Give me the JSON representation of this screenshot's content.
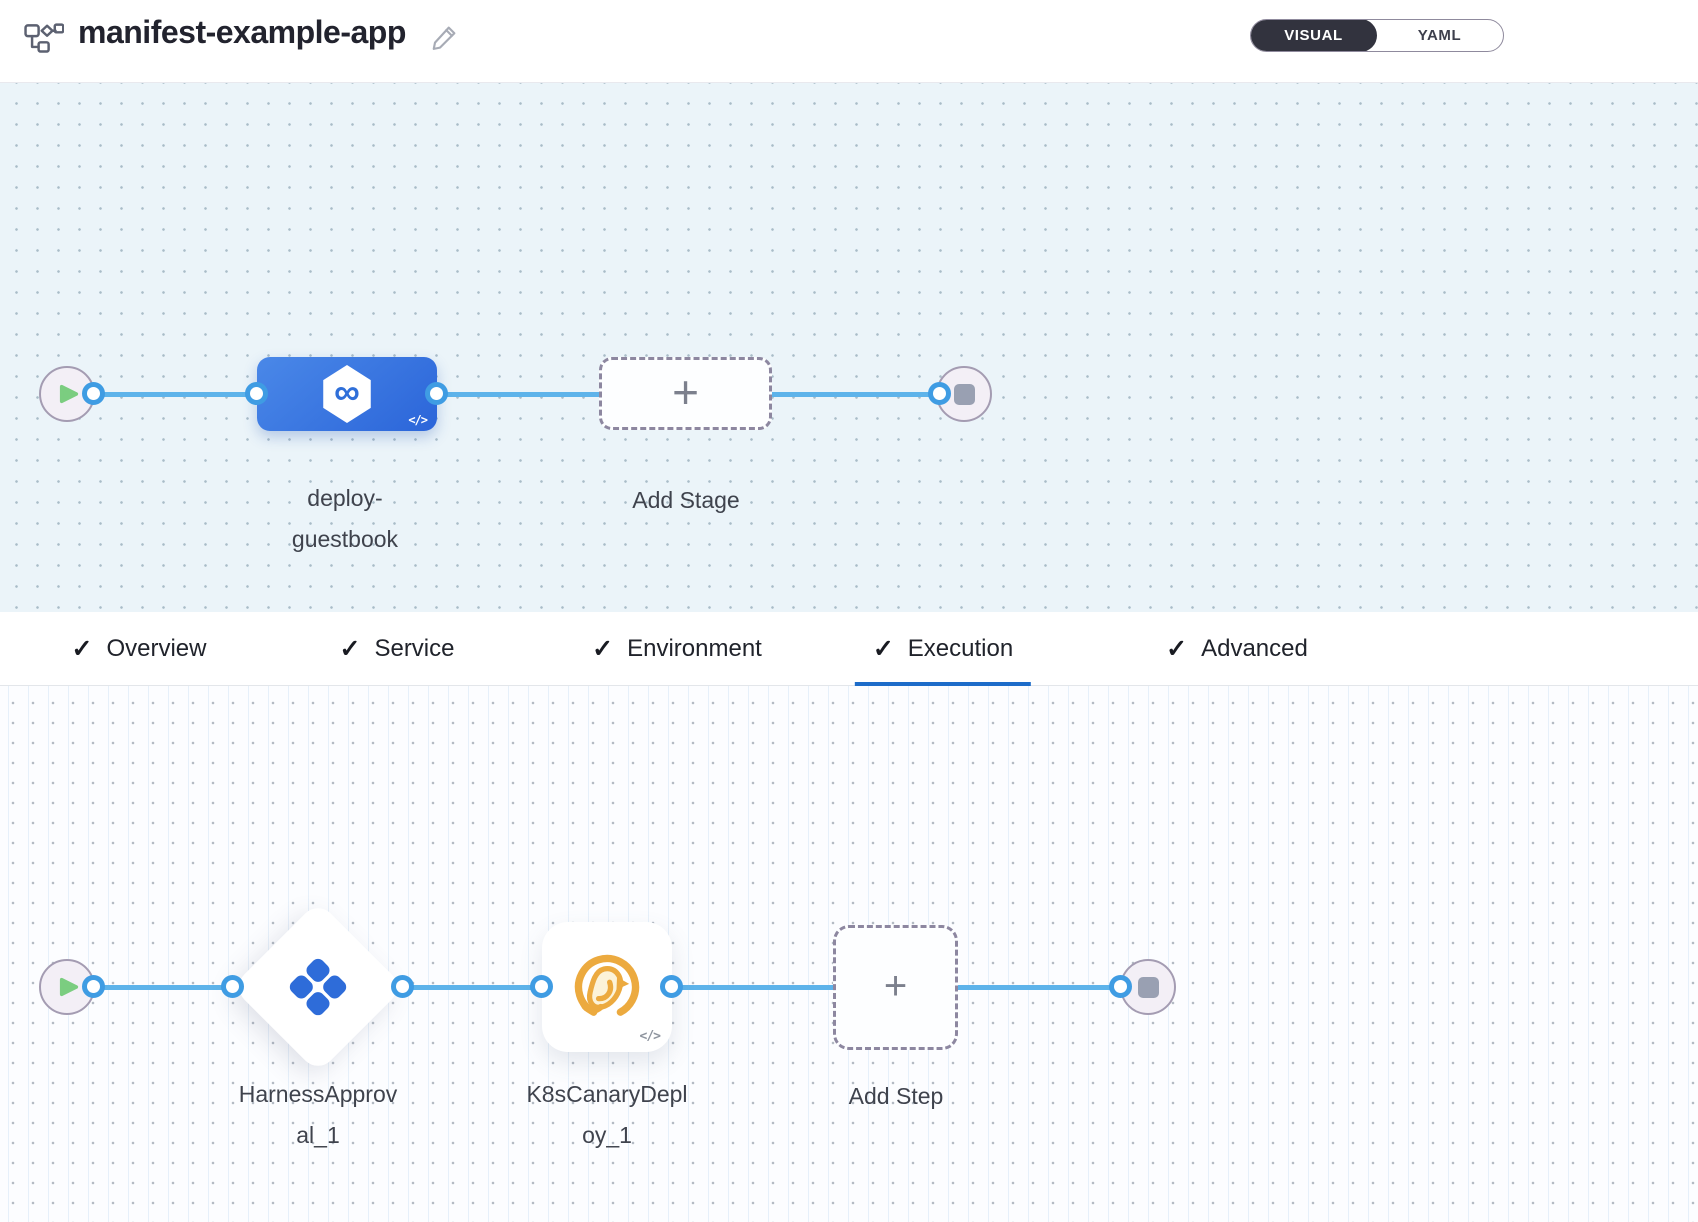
{
  "header": {
    "title": "manifest-example-app",
    "view_toggle": {
      "options": [
        "VISUAL",
        "YAML"
      ],
      "selected": "VISUAL"
    }
  },
  "icons": {
    "pipeline": "pipeline-flowchart-icon",
    "edit": "edit-pencil-icon",
    "play": "play-icon",
    "stop": "stop-icon",
    "infinity_glyph": "∞",
    "check_glyph": "✓",
    "plus_glyph": "+",
    "code_badge_glyph": "</>"
  },
  "stage_pipeline": {
    "stage": {
      "name": "deploy-guestbook",
      "label_lines": [
        "deploy-",
        "guestbook"
      ]
    },
    "add_stage_label": "Add Stage"
  },
  "tabs": [
    {
      "label": "Overview",
      "checked": true,
      "active": false
    },
    {
      "label": "Service",
      "checked": true,
      "active": false
    },
    {
      "label": "Environment",
      "checked": true,
      "active": false
    },
    {
      "label": "Execution",
      "checked": true,
      "active": true
    },
    {
      "label": "Advanced",
      "checked": true,
      "active": false
    }
  ],
  "active_tab": "Execution",
  "execution": {
    "steps": [
      {
        "name": "HarnessApproval_1",
        "type": "harness-approval",
        "label_lines": [
          "HarnessApprov",
          "al_1"
        ]
      },
      {
        "name": "K8sCanaryDeploy_1",
        "type": "k8s-canary-deploy",
        "label_lines": [
          "K8sCanaryDepl",
          "oy_1"
        ]
      }
    ],
    "add_step_label": "Add Step"
  },
  "colors": {
    "connector": "#5db3ea",
    "port_ring": "#3f9ce3",
    "stage_gradient_start": "#4a88e8",
    "stage_gradient_end": "#2b65d9",
    "active_tab_underline": "#1d6cc9",
    "approval_icon_blue": "#2e6cd9",
    "canary_icon_amber": "#ecaa3f",
    "play_green": "#7bcd80",
    "canvas_top_bg": "#ebf4f9",
    "canvas_bottom_bg": "#fcfdff",
    "toggle_selected_bg": "#32333e"
  }
}
